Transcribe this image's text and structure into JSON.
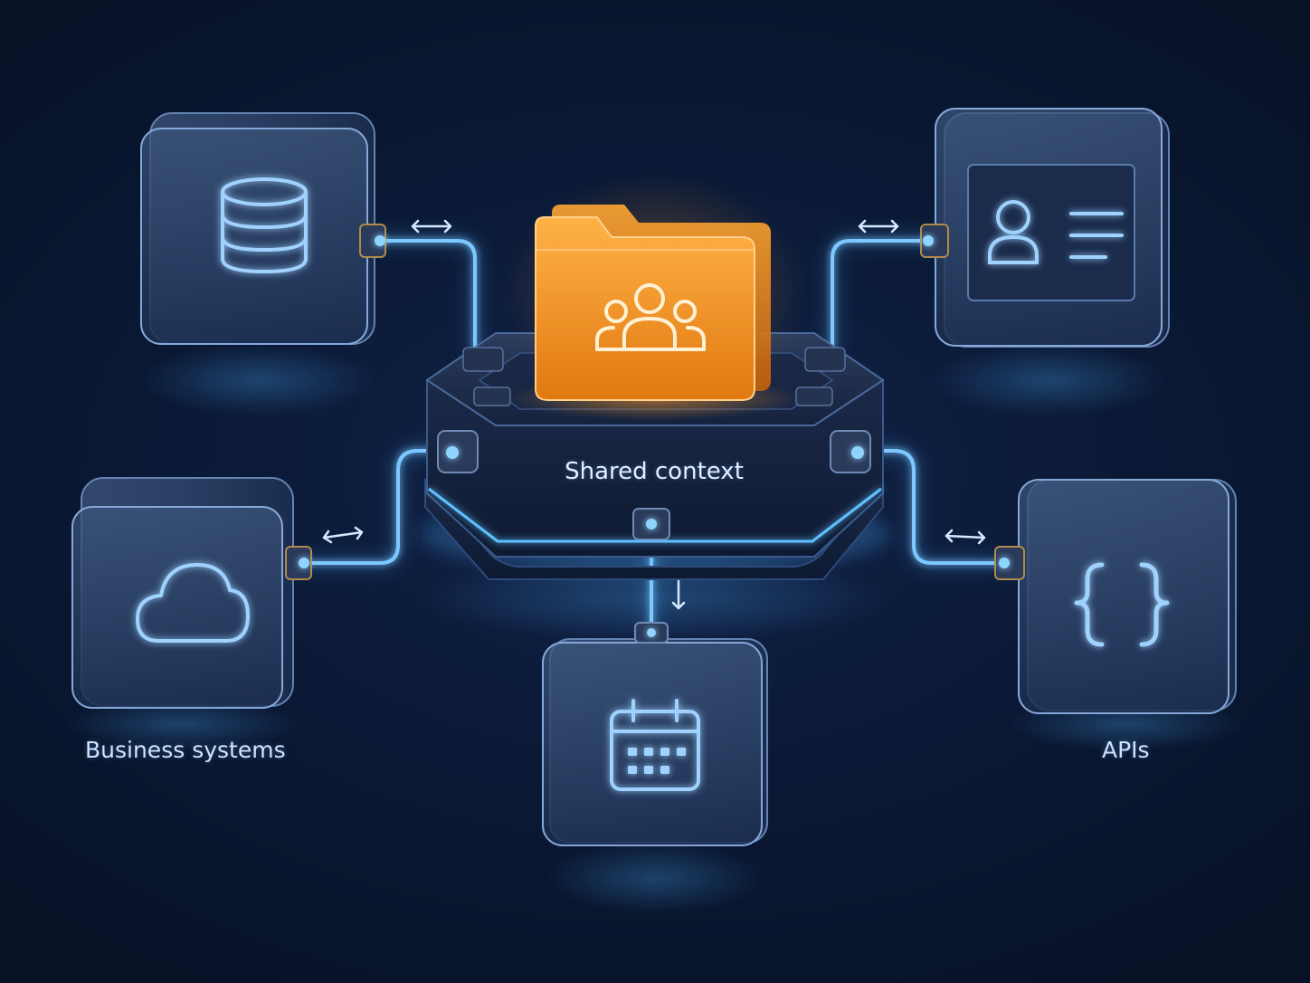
{
  "diagram": {
    "hub": {
      "label": "Shared context",
      "icon": "shared-folder-users-icon"
    },
    "nodes": [
      {
        "id": "database",
        "icon": "database-icon",
        "label": ""
      },
      {
        "id": "user-profile",
        "icon": "user-profile-card-icon",
        "label": ""
      },
      {
        "id": "cloud",
        "icon": "cloud-icon",
        "label": "Business systems"
      },
      {
        "id": "apis",
        "icon": "code-braces-icon",
        "label": "APIs"
      },
      {
        "id": "calendar",
        "icon": "calendar-icon",
        "label": ""
      }
    ],
    "connection_type": "bidirectional",
    "colors": {
      "background": "#0b1a38",
      "connector_glow": "#4fb4ff",
      "hub_accent": "#ff9a1f",
      "label_text": "#cfe2ff"
    }
  }
}
